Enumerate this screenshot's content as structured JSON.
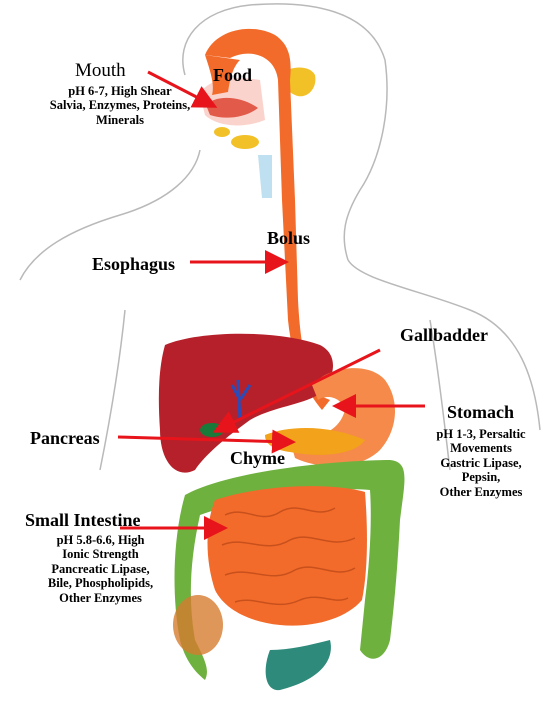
{
  "labels": {
    "mouth": {
      "title": "Mouth",
      "lines": [
        "pH 6-7, High Shear",
        "Salvia, Enzymes, Proteins,",
        "Minerals"
      ]
    },
    "food": "Food",
    "bolus": "Bolus",
    "esophagus": "Esophagus",
    "gallbladder": "Gallbadder",
    "stomach": {
      "title": "Stomach",
      "lines": [
        "pH 1-3, Persaltic",
        "Movements",
        "Gastric Lipase,",
        "Pepsin,",
        "Other Enzymes"
      ]
    },
    "pancreas": "Pancreas",
    "chyme": "Chyme",
    "small_intestine": {
      "title": "Small Intestine",
      "lines": [
        "pH 5.8-6.6, High",
        "Ionic Strength",
        "Pancreatic Lipase,",
        "Bile, Phospholipids,",
        "Other Enzymes"
      ]
    }
  },
  "colors": {
    "arrow": "#e8141b",
    "esophagus": "#f26b2a",
    "liver": "#b5202a",
    "stomach": "#f58a4a",
    "colon": "#6fb13f",
    "small_intestine": "#f26b2a",
    "outline": "#b9b9b9"
  }
}
